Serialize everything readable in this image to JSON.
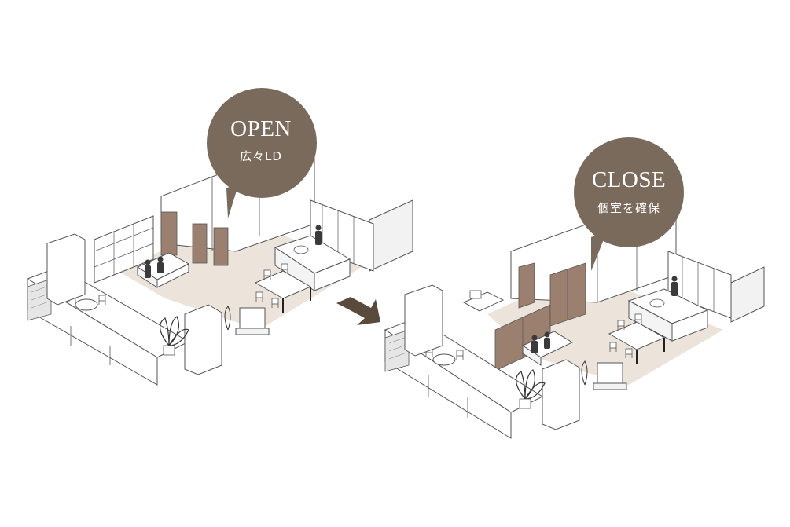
{
  "open_bubble": {
    "title": "OPEN",
    "subtitle": "広々LD"
  },
  "close_bubble": {
    "title": "CLOSE",
    "subtitle": "個室を確保"
  },
  "colors": {
    "bubble": "#7a6a5c",
    "arrow": "#5a4a3c",
    "partition": "#9b7f6f",
    "floor": "#ece4da",
    "line": "#555555"
  }
}
